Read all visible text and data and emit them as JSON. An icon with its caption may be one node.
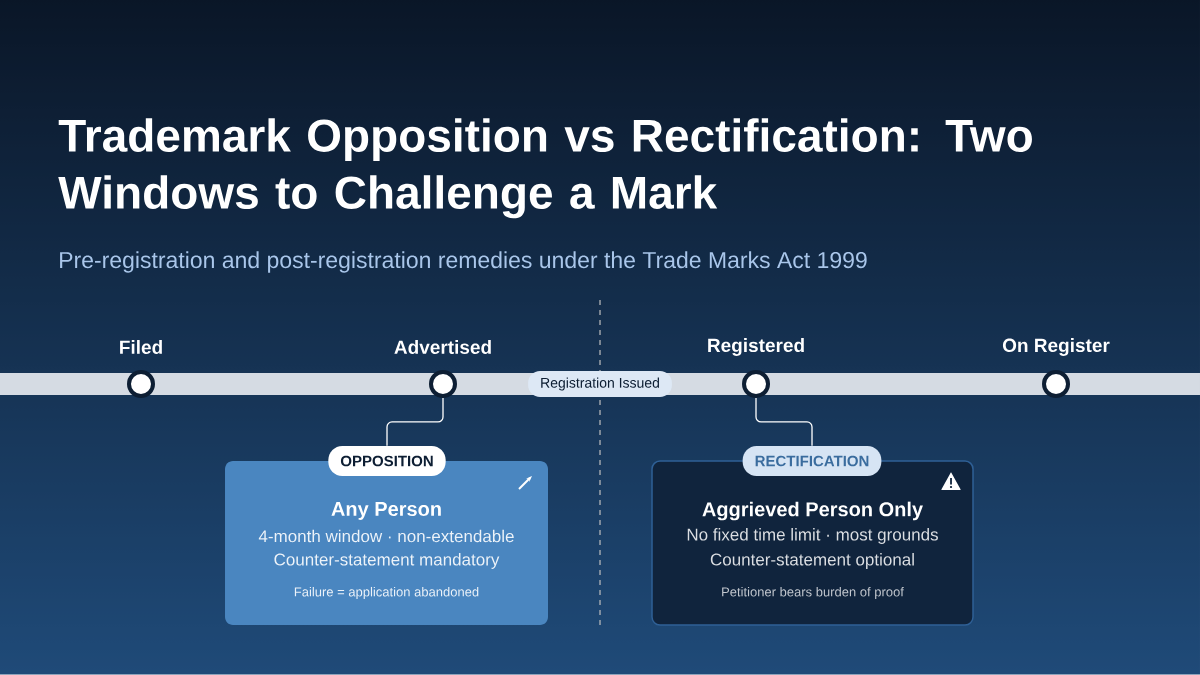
{
  "diagram": {
    "title": "Trademark Opposition vs Rectification: Two Windows to Challenge a Mark",
    "nodes": [
      {
        "text": [
          "Filed"
        ]
      },
      {
        "text": [
          "Advertised"
        ]
      },
      {
        "text": [
          "Registration Issued"
        ]
      },
      {
        "text": [
          "Registered"
        ]
      },
      {
        "text": [
          "On Register"
        ]
      },
      {
        "text": [
          "OPPOSITION",
          "Any Person",
          "4-month window · non-extendable",
          "Counter-statement mandatory",
          "Failure = application abandoned"
        ]
      },
      {
        "text": [
          "RECTIFICATION",
          "Aggrieved Person Only",
          "No fixed time limit · most grounds",
          "Counter-statement optional",
          "Petitioner bears burden of proof"
        ]
      }
    ],
    "edges": [
      {
        "from": 1,
        "to": 5,
        "arrow": "none"
      },
      {
        "from": 3,
        "to": 6,
        "arrow": "none"
      }
    ],
    "labels": [
      "Pre-registration and post-registration remedies under the Trade Marks Act 1999"
    ]
  }
}
